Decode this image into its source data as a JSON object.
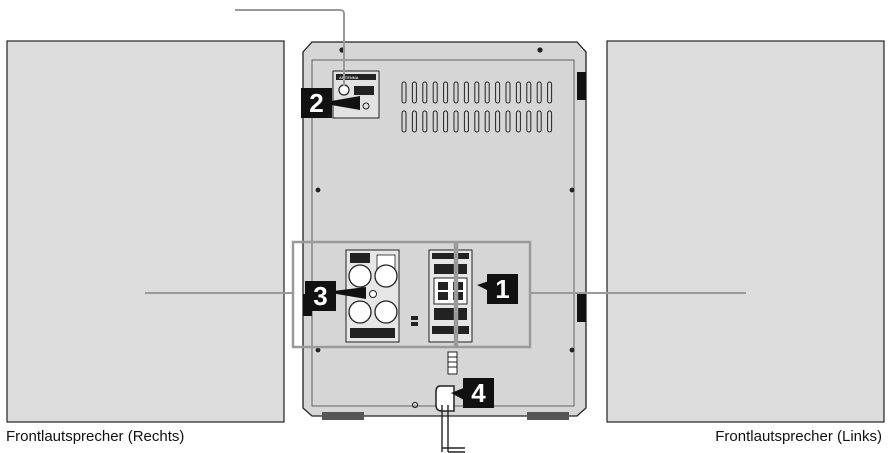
{
  "captions": {
    "right_speaker": "Frontlautsprecher (Rechts)",
    "left_speaker": "Frontlautsprecher (Links)"
  },
  "callouts": [
    {
      "id": "1",
      "label": "1"
    },
    {
      "id": "2",
      "label": "2"
    },
    {
      "id": "3",
      "label": "3"
    },
    {
      "id": "4",
      "label": "4"
    }
  ],
  "colors": {
    "speaker_fill": "#dcdcdc",
    "unit_fill": "#d6d6d6",
    "callout_box": "#111111",
    "highlight_frame": "#9a9a9a",
    "lead_line": "#9a9a9a"
  }
}
